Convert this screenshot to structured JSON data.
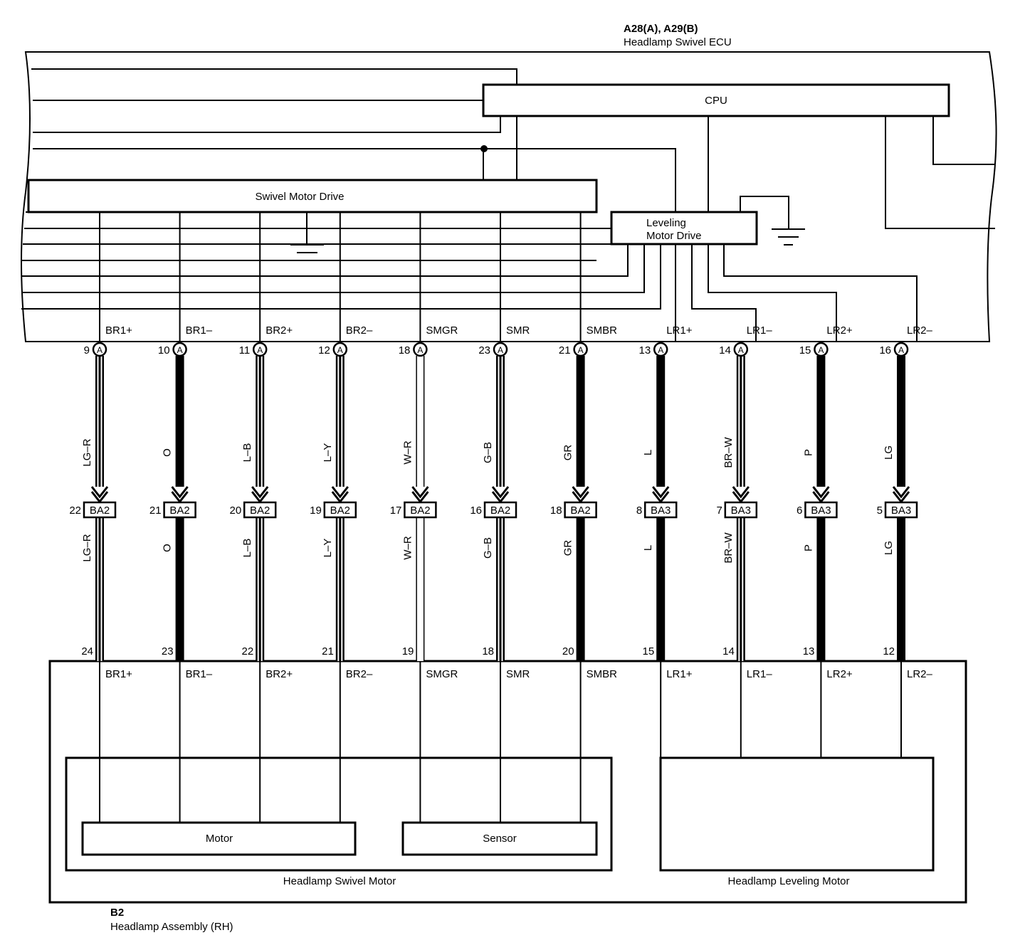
{
  "ecu": {
    "code": "A28(A), A29(B)",
    "name": "Headlamp Swivel ECU"
  },
  "assembly": {
    "code": "B2",
    "name": "Headlamp Assembly (RH)"
  },
  "blocks": {
    "cpu": "CPU",
    "swivel_drive": "Swivel Motor Drive",
    "leveling_drive_1": "Leveling",
    "leveling_drive_2": "Motor Drive",
    "motor": "Motor",
    "sensor": "Sensor",
    "swivel_motor": "Headlamp Swivel Motor",
    "leveling_motor": "Headlamp Leveling Motor"
  },
  "wires": [
    {
      "signal": "BR1+",
      "ecu_pin": "9",
      "ecu_conn": "A",
      "color": "LG–R",
      "style": "double",
      "junction": "BA2",
      "j_pin": "22",
      "lamp_pin": "24"
    },
    {
      "signal": "BR1–",
      "ecu_pin": "10",
      "ecu_conn": "A",
      "color": "O",
      "style": "solid",
      "junction": "BA2",
      "j_pin": "21",
      "lamp_pin": "23"
    },
    {
      "signal": "BR2+",
      "ecu_pin": "11",
      "ecu_conn": "A",
      "color": "L–B",
      "style": "double",
      "junction": "BA2",
      "j_pin": "20",
      "lamp_pin": "22"
    },
    {
      "signal": "BR2–",
      "ecu_pin": "12",
      "ecu_conn": "A",
      "color": "L–Y",
      "style": "double",
      "junction": "BA2",
      "j_pin": "19",
      "lamp_pin": "21"
    },
    {
      "signal": "SMGR",
      "ecu_pin": "18",
      "ecu_conn": "A",
      "color": "W–R",
      "style": "white",
      "junction": "BA2",
      "j_pin": "17",
      "lamp_pin": "19"
    },
    {
      "signal": "SMR",
      "ecu_pin": "23",
      "ecu_conn": "A",
      "color": "G–B",
      "style": "double",
      "junction": "BA2",
      "j_pin": "16",
      "lamp_pin": "18"
    },
    {
      "signal": "SMBR",
      "ecu_pin": "21",
      "ecu_conn": "A",
      "color": "GR",
      "style": "solid",
      "junction": "BA2",
      "j_pin": "18",
      "lamp_pin": "20"
    },
    {
      "signal": "LR1+",
      "ecu_pin": "13",
      "ecu_conn": "A",
      "color": "L",
      "style": "solid",
      "junction": "BA3",
      "j_pin": "8",
      "lamp_pin": "15"
    },
    {
      "signal": "LR1–",
      "ecu_pin": "14",
      "ecu_conn": "A",
      "color": "BR–W",
      "style": "double",
      "junction": "BA3",
      "j_pin": "7",
      "lamp_pin": "14"
    },
    {
      "signal": "LR2+",
      "ecu_pin": "15",
      "ecu_conn": "A",
      "color": "P",
      "style": "solid",
      "junction": "BA3",
      "j_pin": "6",
      "lamp_pin": "13"
    },
    {
      "signal": "LR2–",
      "ecu_pin": "16",
      "ecu_conn": "A",
      "color": "LG",
      "style": "solid",
      "junction": "BA3",
      "j_pin": "5",
      "lamp_pin": "12"
    }
  ]
}
